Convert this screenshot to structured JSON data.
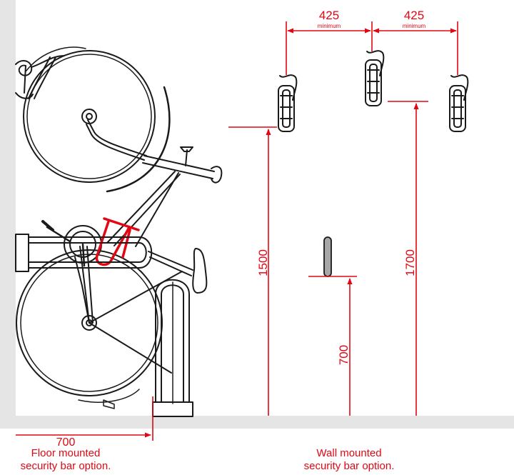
{
  "colors": {
    "dimension_red": "#e30613",
    "outline": "#1a1a1a",
    "wall_grey": "#e5e5e5",
    "post_grey": "#a7a7a7",
    "lock_red": "#e30613"
  },
  "icons": {
    "bike": "vertical-hanging-bicycle",
    "hook": "wall-bike-hook",
    "floor_stand": "floor-security-stand",
    "wall_post": "wall-security-post"
  },
  "dimensions": {
    "spacing_left": {
      "value": "425",
      "note": "minimum"
    },
    "spacing_right": {
      "value": "425",
      "note": "minimum"
    },
    "height_low": "1500",
    "height_high": "1700",
    "height_wall_bar": "700",
    "floor_offset": "700"
  },
  "captions": {
    "floor_line1": "Floor mounted",
    "floor_line2": "security bar option.",
    "wall_line1": "Wall mounted",
    "wall_line2": "security bar option."
  }
}
